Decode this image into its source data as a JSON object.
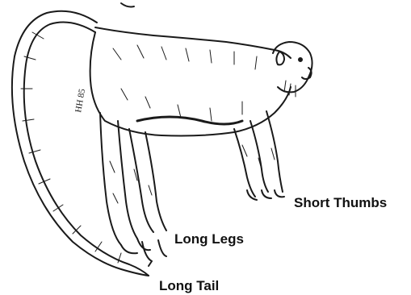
{
  "labels": {
    "short_thumbs": "Short Thumbs",
    "long_legs": "Long Legs",
    "long_tail": "Long Tail"
  },
  "signature": "HH 85",
  "colors": {
    "ink": "#111111",
    "paper": "#ffffff"
  }
}
